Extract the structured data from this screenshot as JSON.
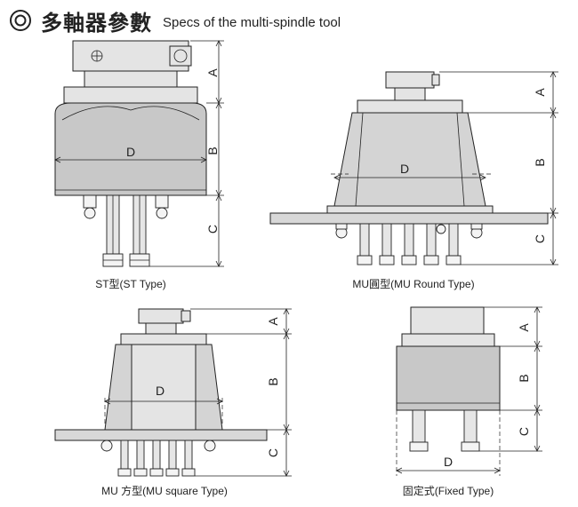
{
  "header": {
    "title_zh": "多軸器參數",
    "title_en": "Specs of the multi-spindle tool",
    "icon": "target-circle-icon"
  },
  "dimension_labels": {
    "a": "A",
    "b": "B",
    "c": "C",
    "d": "D"
  },
  "captions": {
    "st": "ST型(ST Type)",
    "mu_round": "MU圓型(MU Round Type)",
    "mu_square": "MU 方型(MU square Type)",
    "fixed": "固定式(Fixed Type)"
  }
}
